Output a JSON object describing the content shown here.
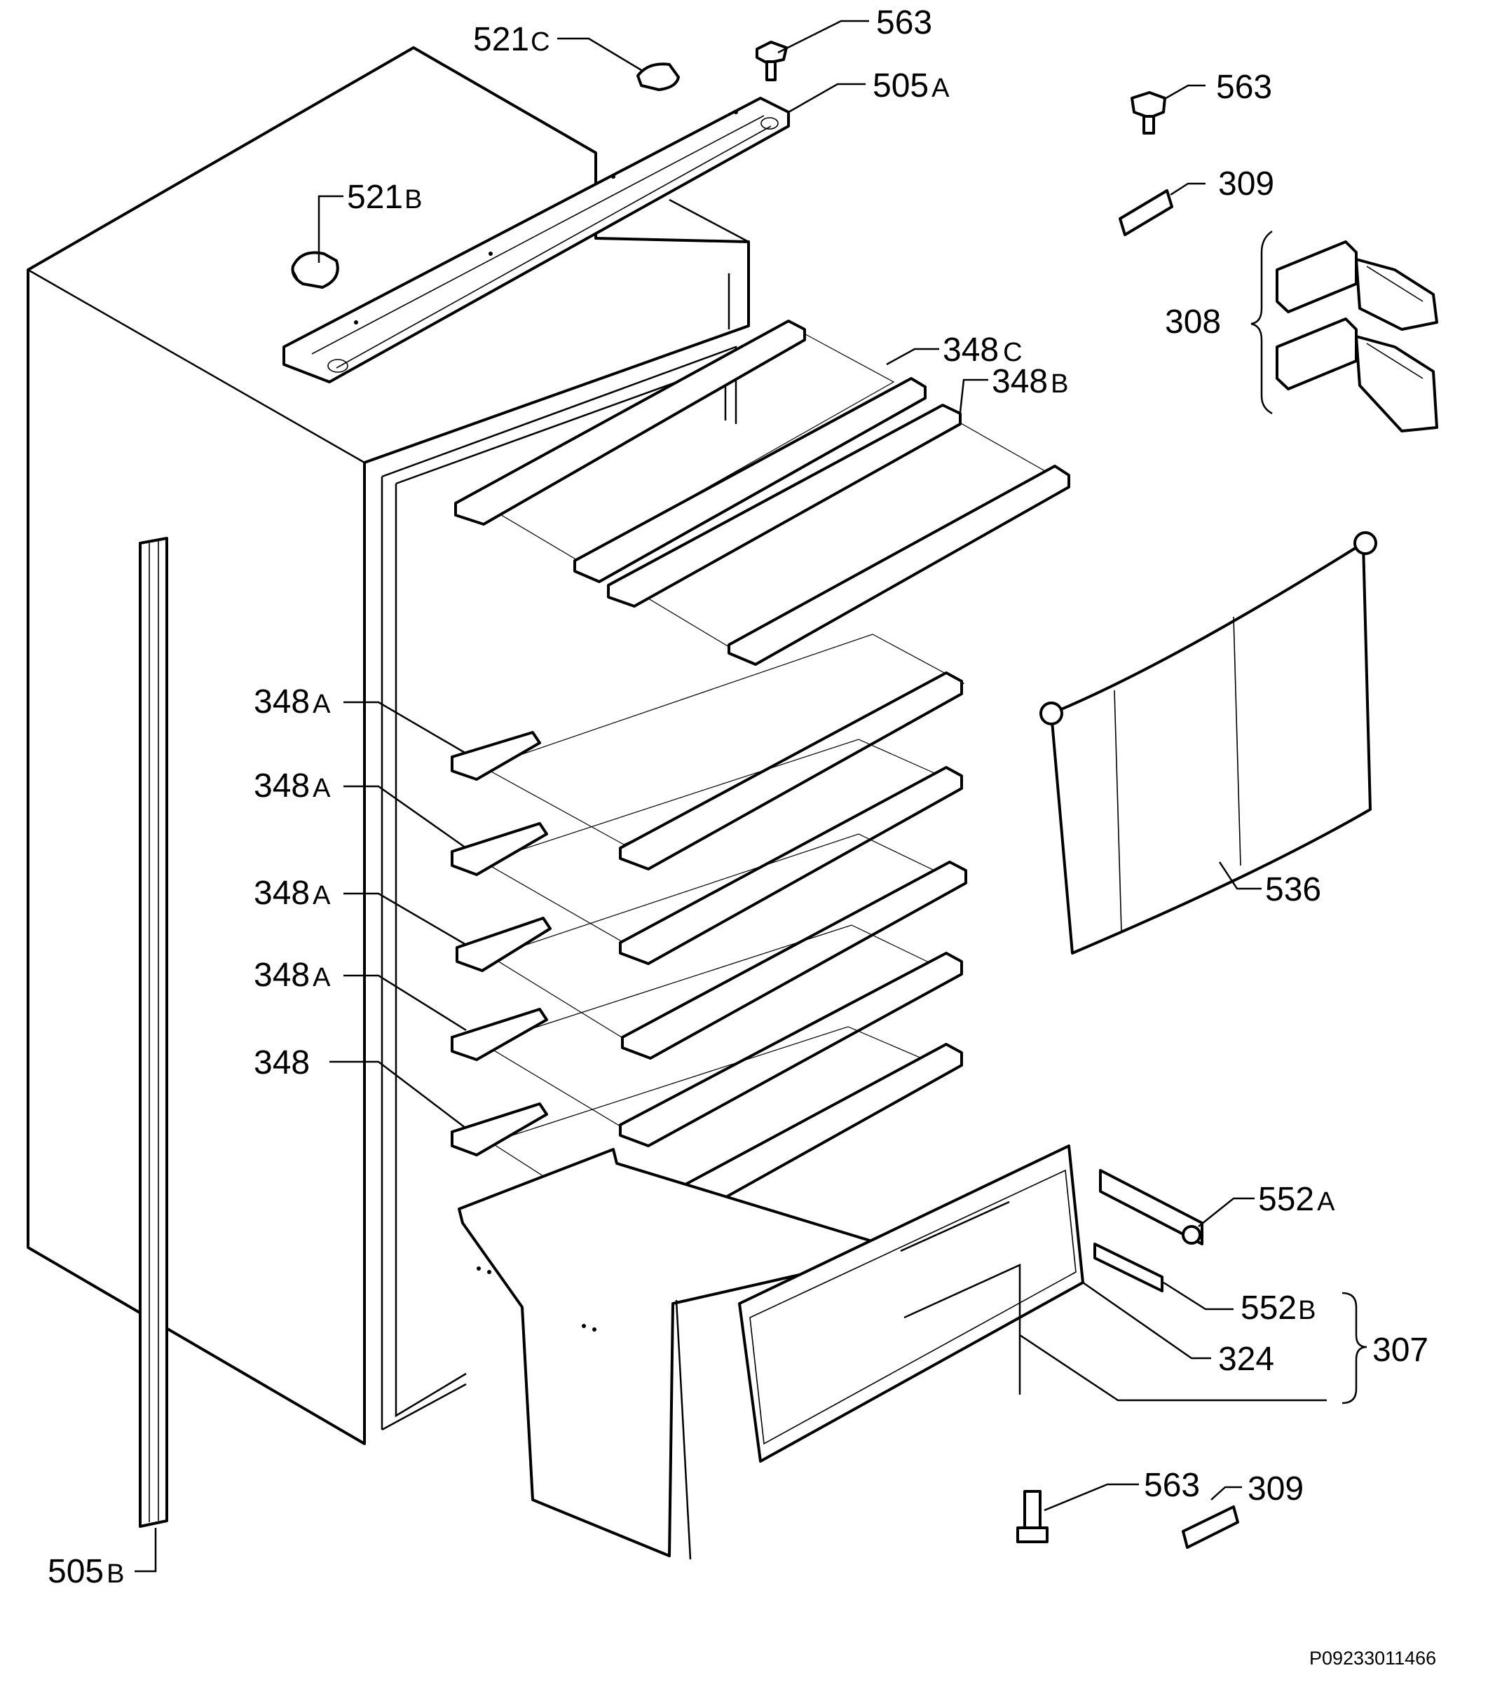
{
  "labels": {
    "l521c": {
      "num": "521",
      "suf": "C"
    },
    "l563a": {
      "num": "563",
      "suf": ""
    },
    "l505a": {
      "num": "505",
      "suf": "A"
    },
    "l563b": {
      "num": "563",
      "suf": ""
    },
    "l521b": {
      "num": "521",
      "suf": "B"
    },
    "l309a": {
      "num": "309",
      "suf": ""
    },
    "l308": {
      "num": "308",
      "suf": ""
    },
    "l348c": {
      "num": "348",
      "suf": "C"
    },
    "l348b": {
      "num": "348",
      "suf": "B"
    },
    "l348a1": {
      "num": "348",
      "suf": "A"
    },
    "l348a2": {
      "num": "348",
      "suf": "A"
    },
    "l348a3": {
      "num": "348",
      "suf": "A"
    },
    "l348a4": {
      "num": "348",
      "suf": "A"
    },
    "l348": {
      "num": "348",
      "suf": ""
    },
    "l536": {
      "num": "536",
      "suf": ""
    },
    "l552a": {
      "num": "552",
      "suf": "A"
    },
    "l552b": {
      "num": "552",
      "suf": "B"
    },
    "l307": {
      "num": "307",
      "suf": ""
    },
    "l324": {
      "num": "324",
      "suf": ""
    },
    "l563c": {
      "num": "563",
      "suf": ""
    },
    "l309b": {
      "num": "309",
      "suf": ""
    },
    "l505b": {
      "num": "505",
      "suf": "B"
    }
  },
  "drawing_code": "P09233011466"
}
